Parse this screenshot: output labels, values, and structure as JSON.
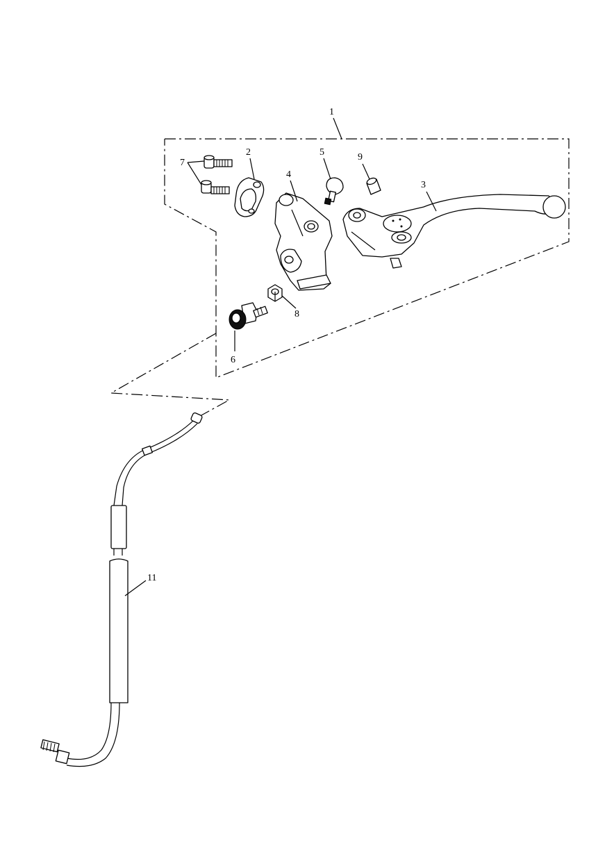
{
  "callouts": {
    "c1": "1",
    "c2": "2",
    "c3": "3",
    "c4": "4",
    "c5": "5",
    "c6": "6",
    "c7": "7",
    "c8": "8",
    "c9": "9",
    "c11": "11"
  }
}
